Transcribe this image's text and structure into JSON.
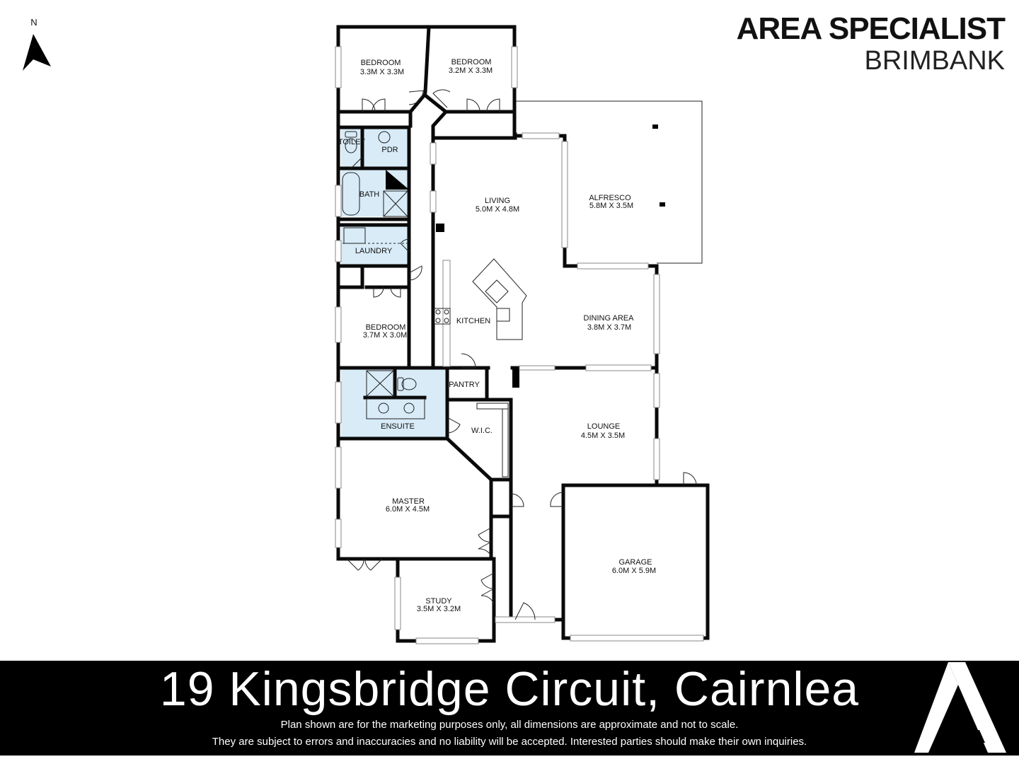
{
  "brand": {
    "name": "AREA SPECIALIST",
    "area": "BRIMBANK"
  },
  "compass": {
    "label": "N",
    "icon": "north-arrow-icon"
  },
  "rooms": {
    "bedroom_nw": {
      "name": "BEDROOM",
      "dims": "3.3M X 3.3M"
    },
    "bedroom_ne": {
      "name": "BEDROOM",
      "dims": "3.2M X 3.3M"
    },
    "toilet": {
      "name": "TOILET"
    },
    "pdr": {
      "name": "PDR"
    },
    "bath": {
      "name": "BATH"
    },
    "laundry": {
      "name": "LAUNDRY"
    },
    "living": {
      "name": "LIVING",
      "dims": "5.0M X 4.8M"
    },
    "alfresco": {
      "name": "ALFRESCO",
      "dims": "5.8M X 3.5M"
    },
    "bedroom_mid": {
      "name": "BEDROOM",
      "dims": "3.7M X 3.0M"
    },
    "kitchen": {
      "name": "KITCHEN"
    },
    "dining": {
      "name": "DINING AREA",
      "dims": "3.8M X 3.7M"
    },
    "pantry": {
      "name": "PANTRY"
    },
    "ensuite": {
      "name": "ENSUITE"
    },
    "wic": {
      "name": "W.I.C."
    },
    "lounge": {
      "name": "LOUNGE",
      "dims": "4.5M X 3.5M"
    },
    "master": {
      "name": "MASTER",
      "dims": "6.0M X 4.5M"
    },
    "garage": {
      "name": "GARAGE",
      "dims": "6.0M X 5.9M"
    },
    "study": {
      "name": "STUDY",
      "dims": "3.5M X 3.2M"
    }
  },
  "colors": {
    "wet_area": "#d8ebf7",
    "wall": "#0a0a0a",
    "banner": "#000000"
  },
  "footer": {
    "address": "19 Kingsbridge Circuit, Cairnlea",
    "disclaimer_line1": "Plan shown are for the marketing purposes only, all dimensions are approximate and not to scale.",
    "disclaimer_line2": "They are subject to errors and inaccuracies and no liability will be accepted. Interested parties should make their own inquiries."
  }
}
